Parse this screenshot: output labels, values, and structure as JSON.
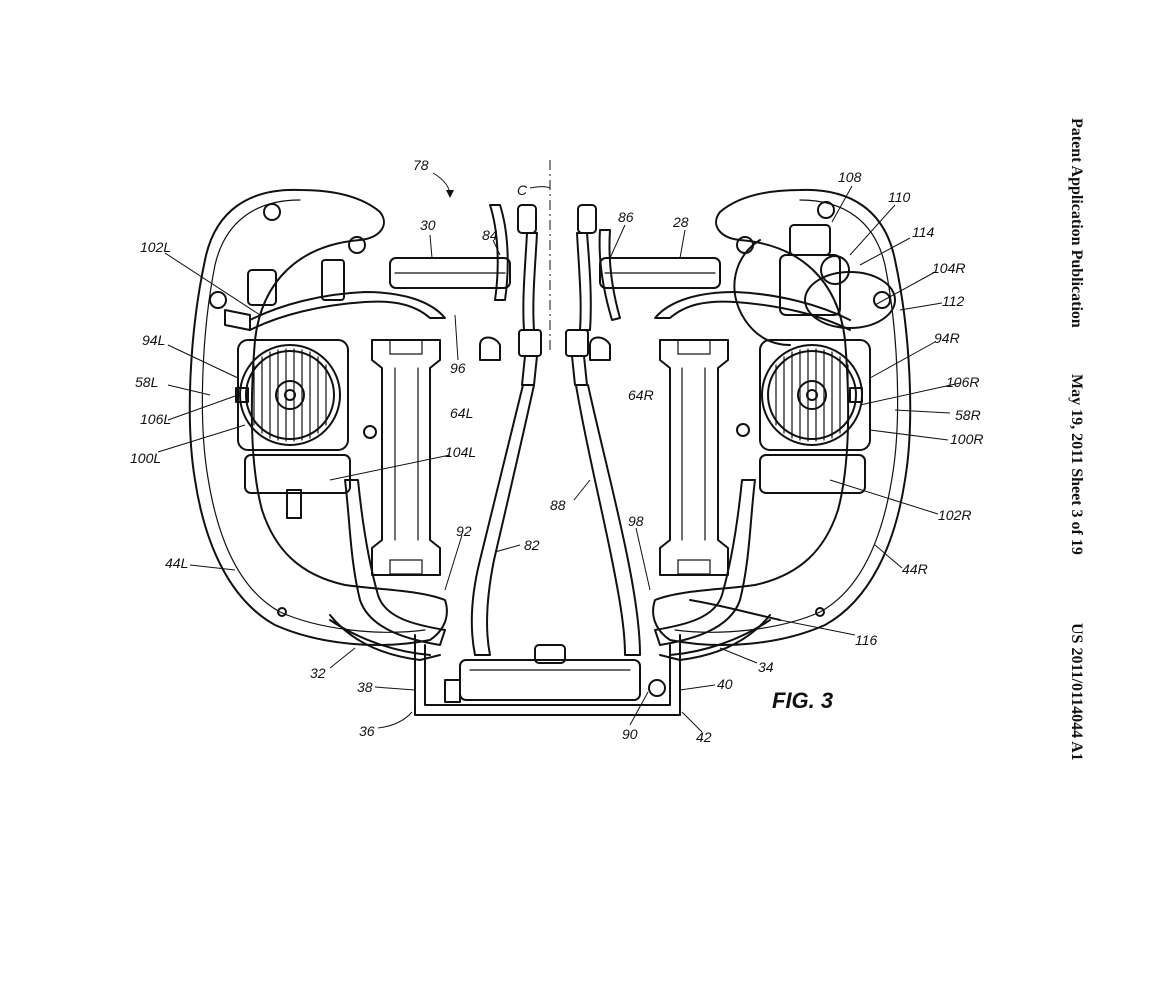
{
  "header": {
    "publication": "Patent Application Publication",
    "date_sheet": "May 19, 2011  Sheet 3 of 19",
    "number": "US 2011/0114044 A1"
  },
  "figure": {
    "caption": "FIG. 3",
    "labels": {
      "78": "78",
      "C": "C",
      "108": "108",
      "110": "110",
      "30": "30",
      "84": "84",
      "86": "86",
      "28": "28",
      "114": "114",
      "102L": "102L",
      "104R": "104R",
      "112": "112",
      "94L": "94L",
      "96": "96",
      "94R": "94R",
      "58L": "58L",
      "64L": "64L",
      "64R": "64R",
      "106R": "106R",
      "106L": "106L",
      "58R": "58R",
      "100L": "100L",
      "104L": "104L",
      "100R": "100R",
      "88": "88",
      "102R": "102R",
      "92": "92",
      "98": "98",
      "82": "82",
      "44L": "44L",
      "44R": "44R",
      "116": "116",
      "32": "32",
      "34": "34",
      "38": "38",
      "40": "40",
      "36": "36",
      "90": "90",
      "42": "42"
    }
  }
}
